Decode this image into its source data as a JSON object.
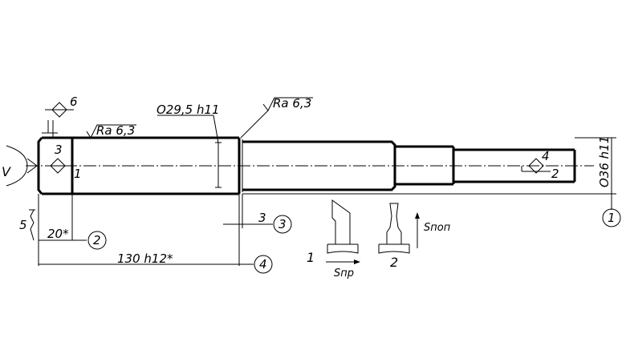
{
  "roughness": {
    "top_left": "Ra 6,3",
    "top_right": "Ra 6,3"
  },
  "diameters": {
    "left": "O29,5 h11",
    "right": "O36 h11"
  },
  "dimensions": {
    "length_20": "20*",
    "length_130": "130 h12*",
    "length_3": "3"
  },
  "callouts": {
    "c1": "1",
    "c2": "2",
    "c3": "3",
    "c4": "4"
  },
  "labels": {
    "v_label": "V",
    "n1": "1",
    "n2": "2",
    "n3": "3",
    "n4": "4",
    "n5": "5",
    "n6": "6"
  },
  "tools": {
    "tool1_label": "1",
    "tool2_label": "2",
    "feed_long": "Sпр",
    "feed_cross": "Sпоп"
  }
}
